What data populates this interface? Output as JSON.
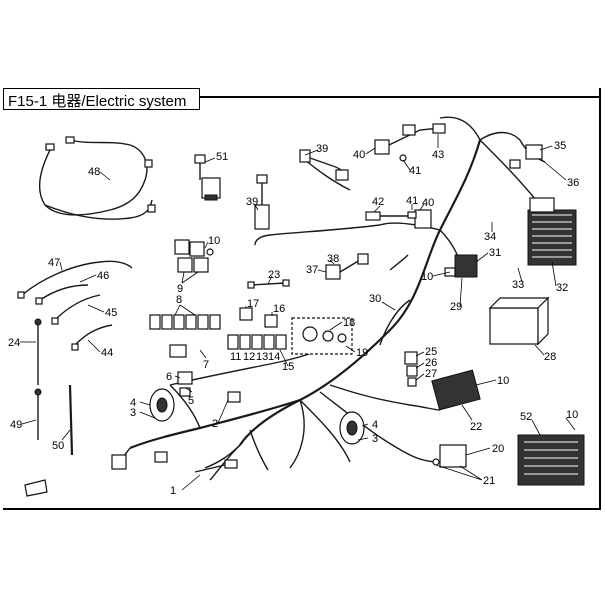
{
  "header": {
    "title": "F15-1 电器/Electric system"
  },
  "callouts": [
    {
      "id": "c1",
      "text": "1"
    },
    {
      "id": "c2",
      "text": "2"
    },
    {
      "id": "c3a",
      "text": "3"
    },
    {
      "id": "c3b",
      "text": "3"
    },
    {
      "id": "c4a",
      "text": "4"
    },
    {
      "id": "c4b",
      "text": "4"
    },
    {
      "id": "c5",
      "text": "5"
    },
    {
      "id": "c6",
      "text": "6"
    },
    {
      "id": "c7",
      "text": "7"
    },
    {
      "id": "c8",
      "text": "8"
    },
    {
      "id": "c9",
      "text": "9"
    },
    {
      "id": "c10a",
      "text": "10"
    },
    {
      "id": "c10b",
      "text": "10"
    },
    {
      "id": "c10c",
      "text": "10"
    },
    {
      "id": "c10d",
      "text": "10"
    },
    {
      "id": "c11",
      "text": "11"
    },
    {
      "id": "c12",
      "text": "12"
    },
    {
      "id": "c13",
      "text": "13"
    },
    {
      "id": "c14",
      "text": "14"
    },
    {
      "id": "c15",
      "text": "15"
    },
    {
      "id": "c16",
      "text": "16"
    },
    {
      "id": "c17",
      "text": "17"
    },
    {
      "id": "c18",
      "text": "18"
    },
    {
      "id": "c19",
      "text": "19"
    },
    {
      "id": "c20",
      "text": "20"
    },
    {
      "id": "c21",
      "text": "21"
    },
    {
      "id": "c22",
      "text": "22"
    },
    {
      "id": "c23",
      "text": "23"
    },
    {
      "id": "c24",
      "text": "24"
    },
    {
      "id": "c25",
      "text": "25"
    },
    {
      "id": "c26",
      "text": "26"
    },
    {
      "id": "c27",
      "text": "27"
    },
    {
      "id": "c28",
      "text": "28"
    },
    {
      "id": "c29",
      "text": "29"
    },
    {
      "id": "c30",
      "text": "30"
    },
    {
      "id": "c31",
      "text": "31"
    },
    {
      "id": "c32",
      "text": "32"
    },
    {
      "id": "c33",
      "text": "33"
    },
    {
      "id": "c34",
      "text": "34"
    },
    {
      "id": "c35",
      "text": "35"
    },
    {
      "id": "c36",
      "text": "36"
    },
    {
      "id": "c37",
      "text": "37"
    },
    {
      "id": "c38",
      "text": "38"
    },
    {
      "id": "c39a",
      "text": "39"
    },
    {
      "id": "c39b",
      "text": "39"
    },
    {
      "id": "c40a",
      "text": "40"
    },
    {
      "id": "c40b",
      "text": "40"
    },
    {
      "id": "c41a",
      "text": "41"
    },
    {
      "id": "c41b",
      "text": "41"
    },
    {
      "id": "c42",
      "text": "42"
    },
    {
      "id": "c43",
      "text": "43"
    },
    {
      "id": "c44",
      "text": "44"
    },
    {
      "id": "c45",
      "text": "45"
    },
    {
      "id": "c46",
      "text": "46"
    },
    {
      "id": "c47",
      "text": "47"
    },
    {
      "id": "c48",
      "text": "48"
    },
    {
      "id": "c49",
      "text": "49"
    },
    {
      "id": "c50",
      "text": "50"
    },
    {
      "id": "c51",
      "text": "51"
    },
    {
      "id": "c52",
      "text": "52"
    }
  ]
}
